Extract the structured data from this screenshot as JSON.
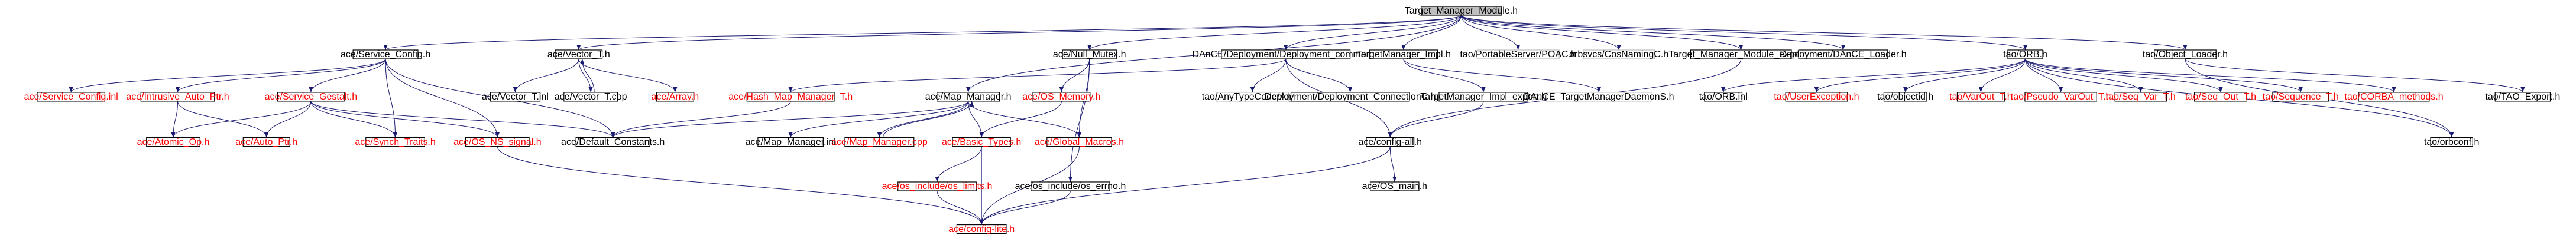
{
  "colors": {
    "edge": "#191970",
    "root_fill": "#bfbfbf",
    "normal_border": "#000000",
    "missing_border": "#bfbfbf",
    "link_text": "#ff0000",
    "normal_text": "#000000",
    "missing_text": "#000000"
  },
  "nodes": [
    {
      "id": "root",
      "label": "Target_Manager_Module.h",
      "kind": "root"
    },
    {
      "id": "svc_config",
      "label": "ace/Service_Config.h",
      "kind": "normal"
    },
    {
      "id": "vector_t",
      "label": "ace/Vector_T.h",
      "kind": "normal"
    },
    {
      "id": "null_mutex",
      "label": "ace/Null_Mutex.h",
      "kind": "normal"
    },
    {
      "id": "dance_common",
      "label": "DAnCE/Deployment/Deployment_common.h",
      "kind": "normal"
    },
    {
      "id": "tm_impl",
      "label": "TargetManager_Impl.h",
      "kind": "normal"
    },
    {
      "id": "poa_c",
      "label": "tao/PortableServer/POAC.h",
      "kind": "missing"
    },
    {
      "id": "cos_naming",
      "label": "orbsvcs/CosNamingC.h",
      "kind": "missing"
    },
    {
      "id": "tmm_export",
      "label": "Target_Manager_Module_export.h",
      "kind": "normal"
    },
    {
      "id": "dance_loader",
      "label": "Deployment/DAnCE_Loader.h",
      "kind": "normal"
    },
    {
      "id": "tao_orb",
      "label": "tao/ORB.h",
      "kind": "normal"
    },
    {
      "id": "obj_loader",
      "label": "tao/Object_Loader.h",
      "kind": "normal"
    },
    {
      "id": "svc_config_inl",
      "label": "ace/Service_Config.inl",
      "kind": "link"
    },
    {
      "id": "intrusive_auto",
      "label": "ace/Intrusive_Auto_Ptr.h",
      "kind": "link"
    },
    {
      "id": "svc_gestalt",
      "label": "ace/Service_Gestalt.h",
      "kind": "link"
    },
    {
      "id": "vector_t_inl",
      "label": "ace/Vector_T.inl",
      "kind": "normal"
    },
    {
      "id": "vector_t_cpp",
      "label": "ace/Vector_T.cpp",
      "kind": "normal"
    },
    {
      "id": "ace_array",
      "label": "ace/Array.h",
      "kind": "link"
    },
    {
      "id": "hash_map",
      "label": "ace/Hash_Map_Manager_T.h",
      "kind": "link"
    },
    {
      "id": "map_manager",
      "label": "ace/Map_Manager.h",
      "kind": "normal"
    },
    {
      "id": "os_memory",
      "label": "ace/OS_Memory.h",
      "kind": "link"
    },
    {
      "id": "any_typecode",
      "label": "tao/AnyTypeCode/Any.h",
      "kind": "missing"
    },
    {
      "id": "deploy_conn",
      "label": "Deployment/Deployment_ConnectionC.h",
      "kind": "normal"
    },
    {
      "id": "tm_impl_export",
      "label": "TargetManager_Impl_export.h",
      "kind": "normal"
    },
    {
      "id": "dance_tm_daemon",
      "label": "DAnCE_TargetManagerDaemonS.h",
      "kind": "missing"
    },
    {
      "id": "orb_inl",
      "label": "tao/ORB.inl",
      "kind": "normal"
    },
    {
      "id": "user_exception",
      "label": "tao/UserException.h",
      "kind": "link"
    },
    {
      "id": "object_id",
      "label": "tao/objectid.h",
      "kind": "normal"
    },
    {
      "id": "var_out",
      "label": "tao/VarOut_T.h",
      "kind": "link"
    },
    {
      "id": "pseudo_var_out",
      "label": "tao/Pseudo_VarOut_T.h",
      "kind": "link"
    },
    {
      "id": "seq_var",
      "label": "tao/Seq_Var_T.h",
      "kind": "link"
    },
    {
      "id": "seq_out",
      "label": "tao/Seq_Out_T.h",
      "kind": "link"
    },
    {
      "id": "sequence_t",
      "label": "tao/Sequence_T.h",
      "kind": "link"
    },
    {
      "id": "corba_methods",
      "label": "tao/CORBA_methods.h",
      "kind": "link"
    },
    {
      "id": "tao_export",
      "label": "tao/TAO_Export.h",
      "kind": "normal"
    },
    {
      "id": "atomic_op",
      "label": "ace/Atomic_Op.h",
      "kind": "link"
    },
    {
      "id": "auto_ptr",
      "label": "ace/Auto_Ptr.h",
      "kind": "link"
    },
    {
      "id": "synch_traits",
      "label": "ace/Synch_Traits.h",
      "kind": "link"
    },
    {
      "id": "os_ns_signal",
      "label": "ace/OS_NS_signal.h",
      "kind": "link"
    },
    {
      "id": "default_constants",
      "label": "ace/Default_Constants.h",
      "kind": "normal"
    },
    {
      "id": "map_manager_inl",
      "label": "ace/Map_Manager.inl",
      "kind": "normal"
    },
    {
      "id": "map_manager_cpp",
      "label": "ace/Map_Manager.cpp",
      "kind": "link"
    },
    {
      "id": "basic_types",
      "label": "ace/Basic_Types.h",
      "kind": "link"
    },
    {
      "id": "global_macros",
      "label": "ace/Global_Macros.h",
      "kind": "link"
    },
    {
      "id": "config_all",
      "label": "ace/config-all.h",
      "kind": "normal"
    },
    {
      "id": "orbconf",
      "label": "tao/orbconf.h",
      "kind": "normal"
    },
    {
      "id": "os_limits",
      "label": "ace/os_include/os_limits.h",
      "kind": "link"
    },
    {
      "id": "os_errno",
      "label": "ace/os_include/os_errno.h",
      "kind": "normal"
    },
    {
      "id": "os_main",
      "label": "ace/OS_main.h",
      "kind": "normal"
    },
    {
      "id": "config_lite",
      "label": "ace/config-lite.h",
      "kind": "link"
    }
  ],
  "edges": [
    [
      "root",
      "svc_config"
    ],
    [
      "root",
      "vector_t"
    ],
    [
      "root",
      "null_mutex"
    ],
    [
      "root",
      "dance_common"
    ],
    [
      "root",
      "tm_impl"
    ],
    [
      "root",
      "poa_c"
    ],
    [
      "root",
      "cos_naming"
    ],
    [
      "root",
      "tmm_export"
    ],
    [
      "root",
      "dance_loader"
    ],
    [
      "root",
      "tao_orb"
    ],
    [
      "root",
      "obj_loader"
    ],
    [
      "root",
      "map_manager"
    ],
    [
      "svc_config",
      "svc_config_inl"
    ],
    [
      "svc_config",
      "intrusive_auto"
    ],
    [
      "svc_config",
      "svc_gestalt"
    ],
    [
      "svc_config",
      "synch_traits"
    ],
    [
      "svc_config",
      "os_ns_signal"
    ],
    [
      "svc_config",
      "default_constants"
    ],
    [
      "intrusive_auto",
      "atomic_op"
    ],
    [
      "intrusive_auto",
      "auto_ptr"
    ],
    [
      "svc_gestalt",
      "atomic_op"
    ],
    [
      "svc_gestalt",
      "auto_ptr"
    ],
    [
      "svc_gestalt",
      "synch_traits"
    ],
    [
      "svc_gestalt",
      "os_ns_signal"
    ],
    [
      "svc_gestalt",
      "default_constants"
    ],
    [
      "vector_t",
      "vector_t_inl"
    ],
    [
      "vector_t",
      "vector_t_cpp"
    ],
    [
      "vector_t",
      "ace_array"
    ],
    [
      "vector_t_cpp",
      "vector_t"
    ],
    [
      "null_mutex",
      "os_memory"
    ],
    [
      "null_mutex",
      "global_macros"
    ],
    [
      "null_mutex",
      "os_errno"
    ],
    [
      "dance_common",
      "hash_map"
    ],
    [
      "dance_common",
      "any_typecode"
    ],
    [
      "dance_common",
      "deploy_conn"
    ],
    [
      "dance_common",
      "config_all"
    ],
    [
      "hash_map",
      "default_constants"
    ],
    [
      "map_manager",
      "default_constants"
    ],
    [
      "map_manager",
      "map_manager_inl"
    ],
    [
      "map_manager",
      "map_manager_cpp"
    ],
    [
      "map_manager",
      "basic_types"
    ],
    [
      "map_manager",
      "global_macros"
    ],
    [
      "map_manager_cpp",
      "map_manager"
    ],
    [
      "os_memory",
      "basic_types"
    ],
    [
      "basic_types",
      "os_limits"
    ],
    [
      "basic_types",
      "config_lite"
    ],
    [
      "global_macros",
      "config_lite"
    ],
    [
      "os_limits",
      "config_lite"
    ],
    [
      "os_ns_signal",
      "config_lite"
    ],
    [
      "os_errno",
      "config_lite"
    ],
    [
      "config_all",
      "config_lite"
    ],
    [
      "config_all",
      "os_main"
    ],
    [
      "tm_impl",
      "tm_impl_export"
    ],
    [
      "tm_impl",
      "dance_tm_daemon"
    ],
    [
      "tm_impl_export",
      "config_all"
    ],
    [
      "tmm_export",
      "config_all"
    ],
    [
      "tao_orb",
      "orb_inl"
    ],
    [
      "tao_orb",
      "user_exception"
    ],
    [
      "tao_orb",
      "object_id"
    ],
    [
      "tao_orb",
      "var_out"
    ],
    [
      "tao_orb",
      "pseudo_var_out"
    ],
    [
      "tao_orb",
      "seq_var"
    ],
    [
      "tao_orb",
      "seq_out"
    ],
    [
      "tao_orb",
      "sequence_t"
    ],
    [
      "tao_orb",
      "corba_methods"
    ],
    [
      "tao_orb",
      "orbconf"
    ],
    [
      "obj_loader",
      "tao_export"
    ],
    [
      "obj_loader",
      "orbconf"
    ]
  ]
}
